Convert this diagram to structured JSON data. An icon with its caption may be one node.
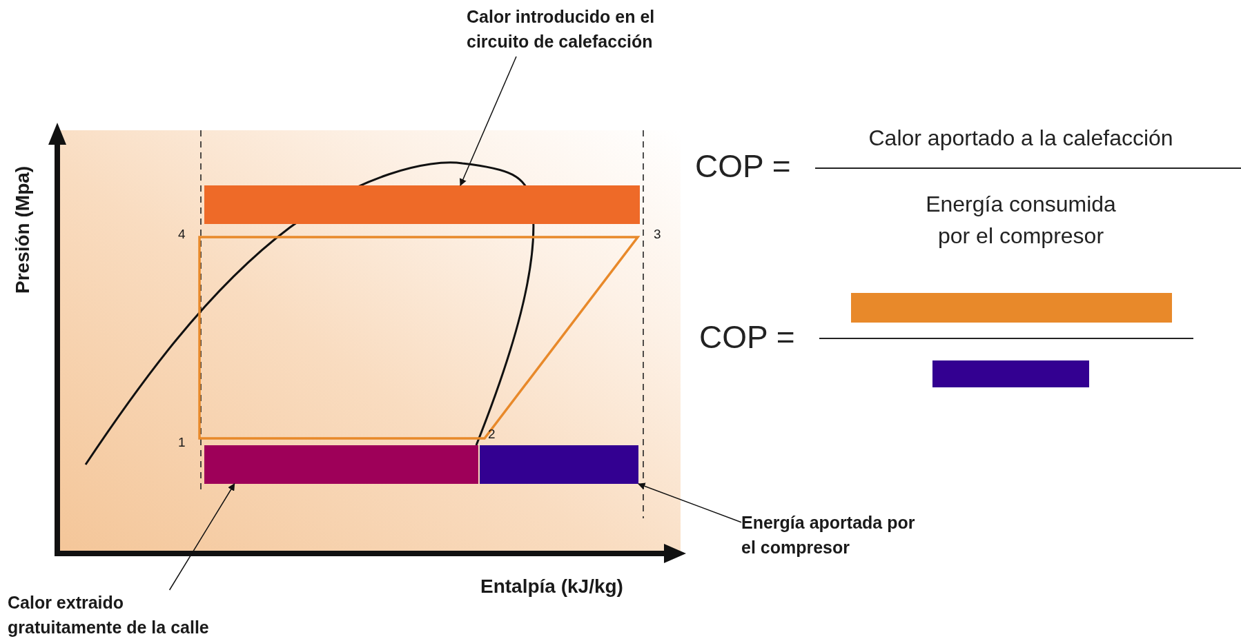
{
  "diagram": {
    "nodes": [
      {
        "text": [
          "Calor introducido en el circuito de calefacción"
        ]
      },
      {
        "text": [],
        "shape": "bar"
      },
      {
        "text": [],
        "shape": "bar"
      },
      {
        "text": [],
        "shape": "bar"
      },
      {
        "text": [
          "Calor extraido gratuitamente de la calle"
        ]
      },
      {
        "text": [
          "Energía aportada por el compresor"
        ]
      },
      {
        "text": [],
        "shape": "bar"
      },
      {
        "text": [],
        "shape": "bar"
      }
    ],
    "edges": [
      {
        "from": 0,
        "to": 1,
        "arrow": "to"
      },
      {
        "from": 4,
        "to": 2,
        "arrow": "to"
      },
      {
        "from": 5,
        "to": 3,
        "arrow": "to"
      }
    ],
    "labels": [
      "Presión (Mpa)",
      "4",
      "3",
      "1",
      "2",
      "Entalpía (kJ/kg)",
      "COP =",
      "Calor aportado a la calefacción",
      "Energía consumida por el compresor",
      "COP ="
    ]
  }
}
